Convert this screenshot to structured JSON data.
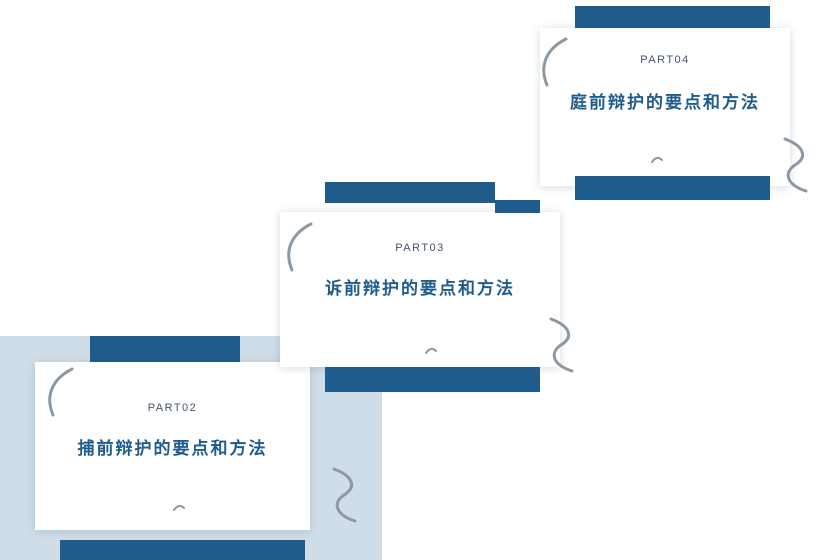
{
  "slide": {
    "colors": {
      "accent": "#1f5c8b",
      "panel": "#cfdde8",
      "part_text": "#44546a",
      "swoosh": "#8c99a5"
    },
    "decorations": {
      "left_swoosh": "curved-line",
      "right_swoosh": "s-curve-line",
      "squiggle": "small-curl"
    },
    "cards": [
      {
        "part_label": "PART02",
        "title": "捕前辩护的要点和方法"
      },
      {
        "part_label": "PART03",
        "title": "诉前辩护的要点和方法"
      },
      {
        "part_label": "PART04",
        "title": "庭前辩护的要点和方法"
      }
    ]
  }
}
